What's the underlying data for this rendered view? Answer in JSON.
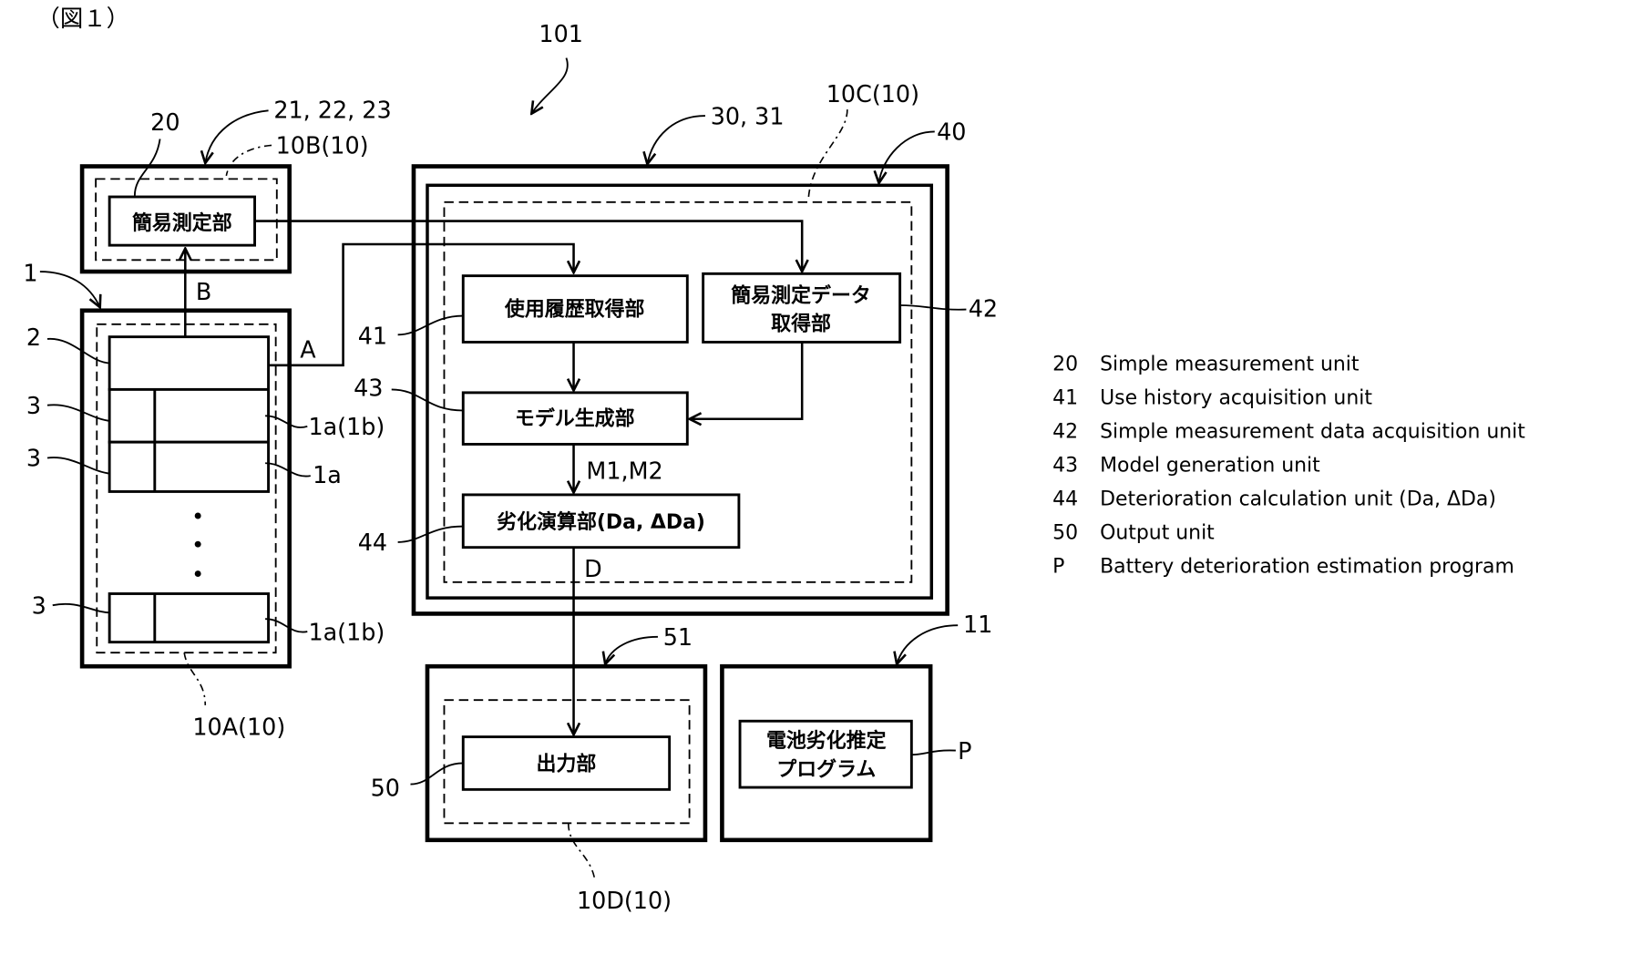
{
  "figure_label": "（図１）",
  "labels": {
    "ref_101": "101",
    "ref_20": "20",
    "ref_21_22_23": "21, 22, 23",
    "ref_10B": "10B(10)",
    "ref_1": "1",
    "ref_2": "2",
    "ref_3": "3",
    "ref_1a_1b": "1a(1b)",
    "ref_1a": "1a",
    "ref_10A": "10A(10)",
    "signal_B": "B",
    "signal_A": "A",
    "ref_30_31": "30, 31",
    "ref_10C": "10C(10)",
    "ref_40": "40",
    "ref_41": "41",
    "ref_42": "42",
    "ref_43": "43",
    "ref_44": "44",
    "signal_M": "M1,M2",
    "signal_D": "D",
    "ref_51": "51",
    "ref_50": "50",
    "ref_10D": "10D(10)",
    "ref_11": "11",
    "ref_P": "P"
  },
  "blocks": {
    "simple_measurement": "簡易測定部",
    "use_history": "使用履歴取得部",
    "simple_data_line1": "簡易測定データ",
    "simple_data_line2": "取得部",
    "model_generation": "モデル生成部",
    "deterioration": "劣化演算部(Da, ΔDa)",
    "output": "出力部",
    "program_line1": "電池劣化推定",
    "program_line2": "プログラム"
  },
  "legend": [
    {
      "ref": "20",
      "text": "Simple measurement unit"
    },
    {
      "ref": "41",
      "text": "Use history acquisition unit"
    },
    {
      "ref": "42",
      "text": "Simple measurement data acquisition unit"
    },
    {
      "ref": "43",
      "text": "Model generation unit"
    },
    {
      "ref": "44",
      "text": "Deterioration calculation unit (Da, ΔDa)"
    },
    {
      "ref": "50",
      "text": "Output unit"
    },
    {
      "ref": "P",
      "text": "Battery deterioration estimation program"
    }
  ]
}
